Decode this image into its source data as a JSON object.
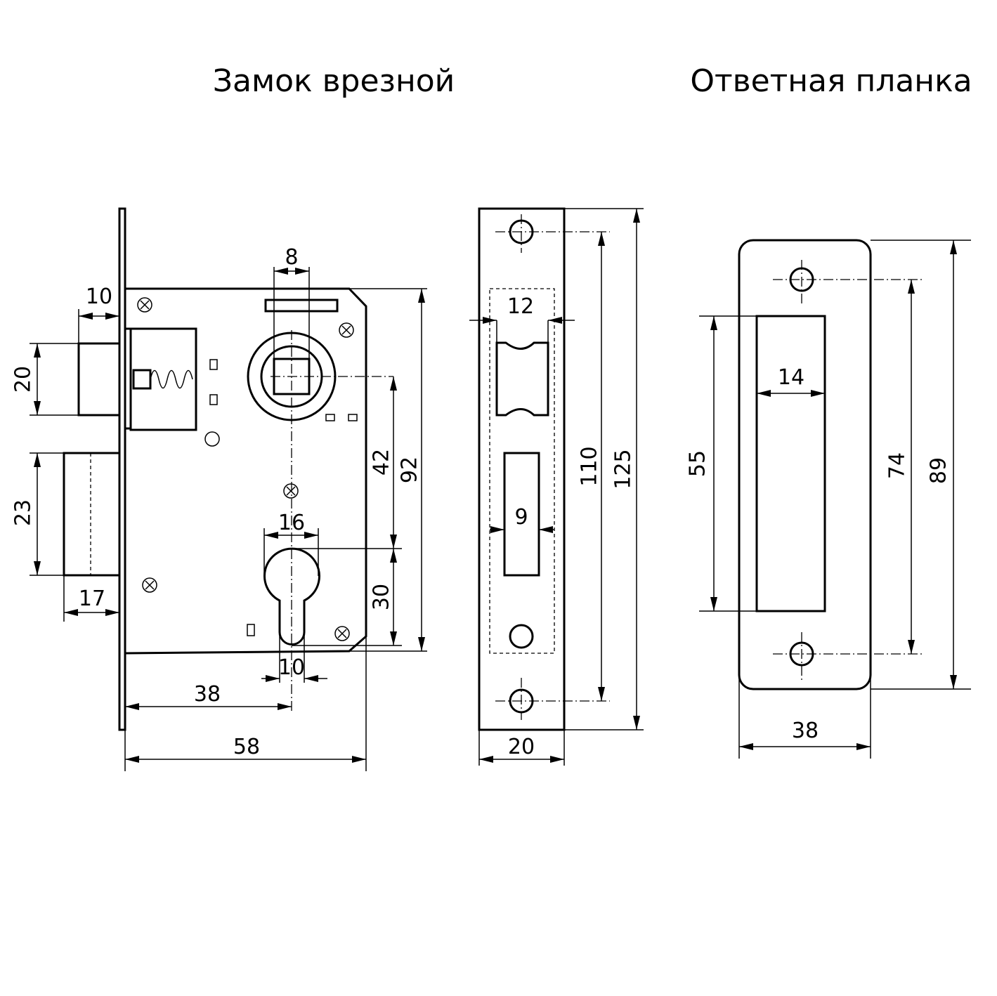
{
  "titles": {
    "lock": "Замок врезной",
    "strike": "Ответная планка"
  },
  "lock_dims": {
    "d10_front": "10",
    "d20": "20",
    "d23": "23",
    "d17": "17",
    "d8": "8",
    "d42": "42",
    "d92": "92",
    "d16": "16",
    "d30": "30",
    "d10_bottom": "10",
    "d38": "38",
    "d58": "58"
  },
  "faceplate_dims": {
    "d12": "12",
    "d9": "9",
    "d110": "110",
    "d125": "125",
    "d20": "20"
  },
  "strike_dims": {
    "d14": "14",
    "d55": "55",
    "d74": "74",
    "d89": "89",
    "d38": "38"
  }
}
